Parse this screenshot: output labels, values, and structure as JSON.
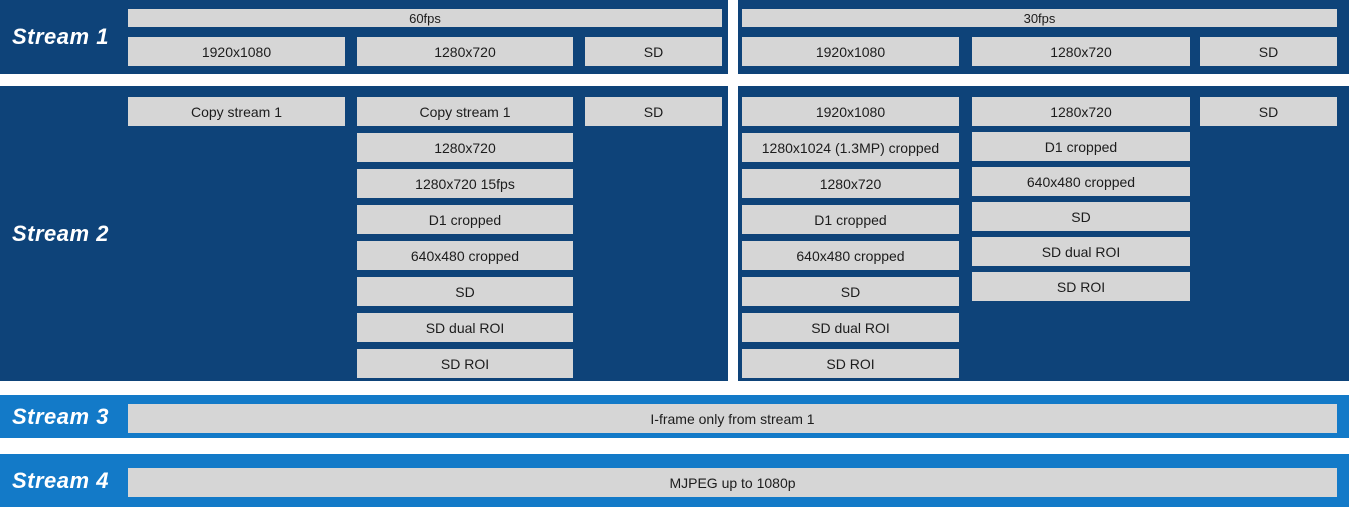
{
  "colors": {
    "panel_dark_blue": "#0e4379",
    "panel_light_blue": "#137ac8",
    "option_gray": "#d6d6d6",
    "option_text": "#1c1c1c",
    "label_text": "#ffffff",
    "page_bg": "#ffffff"
  },
  "streams": {
    "stream1": {
      "label": "Stream 1",
      "left": {
        "header": "60fps",
        "options": [
          "1920x1080",
          "1280x720",
          "SD"
        ]
      },
      "right": {
        "header": "30fps",
        "options": [
          "1920x1080",
          "1280x720",
          "SD"
        ]
      }
    },
    "stream2": {
      "label": "Stream 2",
      "left": {
        "col1": [
          "Copy stream 1"
        ],
        "col2": [
          "Copy stream 1",
          "1280x720",
          "1280x720 15fps",
          "D1 cropped",
          "640x480 cropped",
          "SD",
          "SD dual ROI",
          "SD ROI"
        ],
        "col3": [
          "SD"
        ]
      },
      "right": {
        "col1": [
          "1920x1080",
          "1280x1024 (1.3MP) cropped",
          "1280x720",
          "D1 cropped",
          "640x480 cropped",
          "SD",
          "SD dual ROI",
          "SD ROI"
        ],
        "col2": [
          "1280x720",
          "D1 cropped",
          "640x480 cropped",
          "SD",
          "SD dual ROI",
          "SD ROI"
        ],
        "col3": [
          "SD"
        ]
      }
    },
    "stream3": {
      "label": "Stream 3",
      "option": "I-frame only from stream 1"
    },
    "stream4": {
      "label": "Stream 4",
      "option": "MJPEG up to 1080p"
    }
  }
}
